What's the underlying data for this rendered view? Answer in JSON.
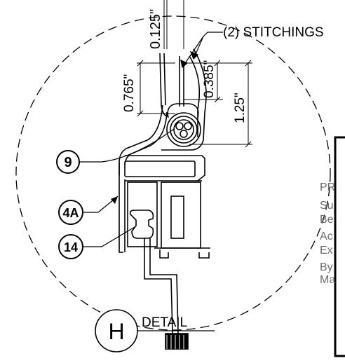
{
  "detail": {
    "letter": "H",
    "label": "DETAIL"
  },
  "dimensions": {
    "d1": "0.125\"",
    "d2": "0.765\"",
    "d3": "0.385\"",
    "d4": "1.25\""
  },
  "callouts": {
    "stitchings": "(2) STITCHINGS",
    "c9": "9",
    "c4a": "4A",
    "c14": "14"
  },
  "titleblock": {
    "lines": [
      "PR",
      "Su",
      "Be",
      "Ac",
      "Ex",
      "By",
      "Ma"
    ]
  }
}
